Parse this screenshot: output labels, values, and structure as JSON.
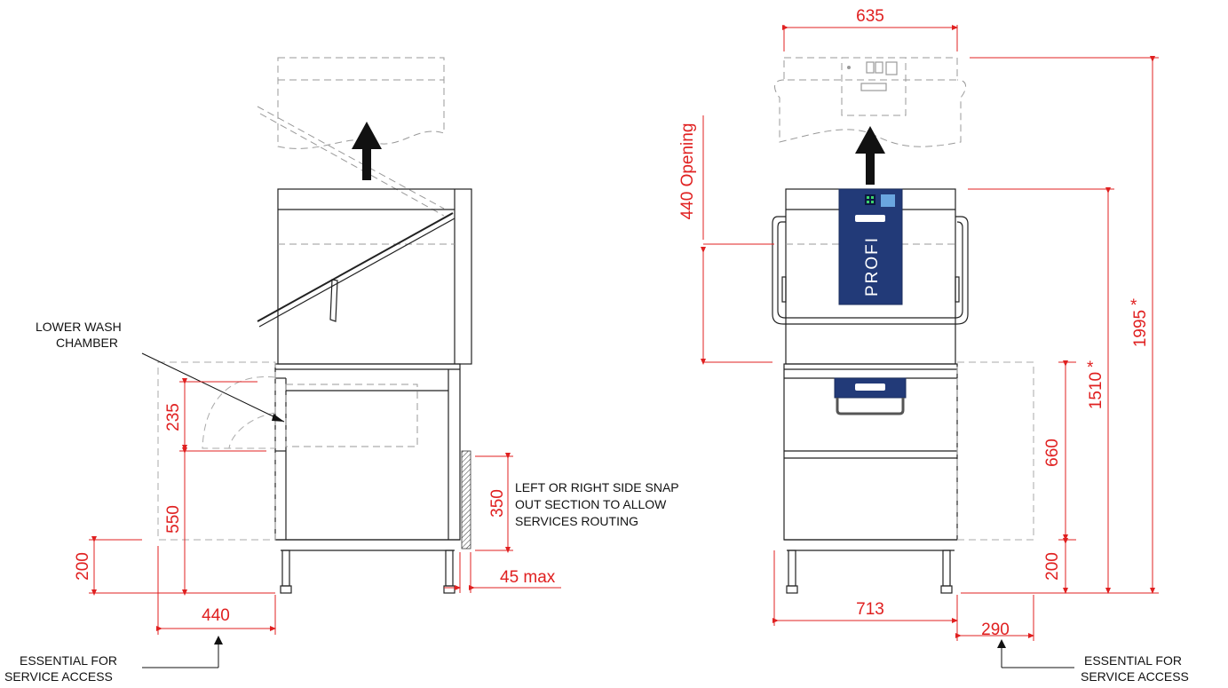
{
  "labels": {
    "lower_wash_chamber": [
      "LOWER WASH",
      "CHAMBER"
    ],
    "snap_out": [
      "LEFT OR RIGHT SIDE SNAP",
      "OUT SECTION TO ALLOW",
      "SERVICES ROUTING"
    ],
    "service_left": [
      "ESSENTIAL FOR",
      "SERVICE ACCESS"
    ],
    "service_right": [
      "ESSENTIAL FOR",
      "SERVICE ACCESS"
    ],
    "brand": "PROFI"
  },
  "dimensions": {
    "d235": "235",
    "d550": "550",
    "d200_left": "200",
    "d440_bottom": "440",
    "d350": "350",
    "d45max": "45 max",
    "d635": "635",
    "d440_opening": "440 Opening",
    "d713": "713",
    "d290": "290",
    "d660": "660",
    "d200_right": "200",
    "d1510": "1510",
    "d1995": "1995",
    "asterisk": "*"
  },
  "colors": {
    "dimension": "#e02020",
    "panel": "#223a78"
  }
}
